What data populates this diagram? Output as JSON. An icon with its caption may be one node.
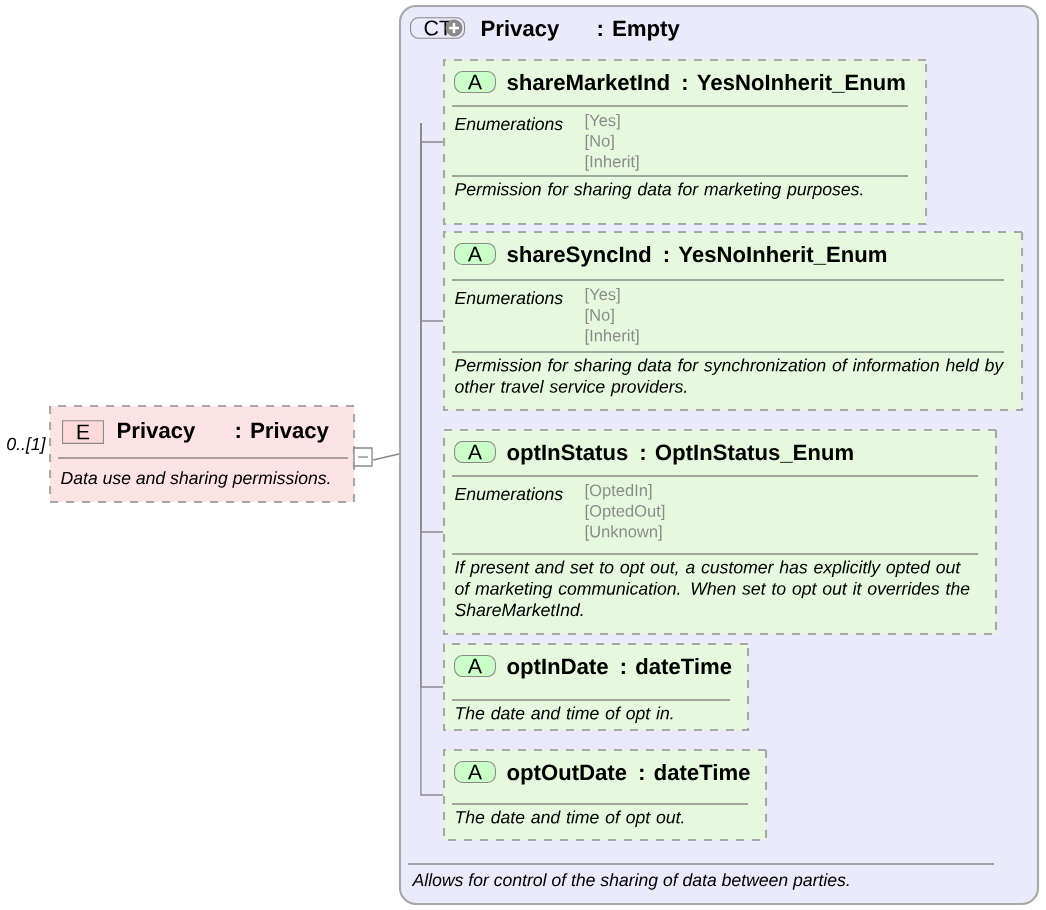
{
  "diagram": {
    "nodes": [
      {
        "text": [
          "E",
          "Privacy",
          ": Privacy",
          "Data use and sharing permissions."
        ],
        "beside": [
          "0..[1]"
        ]
      },
      {
        "text": [
          "CT",
          "Privacy",
          ": Empty",
          "Allows for control of the sharing of data between parties."
        ]
      },
      {
        "text": [
          "A",
          "shareMarketInd",
          ": YesNoInherit_Enum",
          "Enumerations",
          "[Yes]",
          "[No]",
          "[Inherit]",
          "Permission for sharing data for marketing purposes."
        ],
        "in": 1
      },
      {
        "text": [
          "A",
          "shareSyncInd",
          ": YesNoInherit_Enum",
          "Enumerations",
          "[Yes]",
          "[No]",
          "[Inherit]",
          "Permission for sharing data for synchronization of information held by other travel service providers."
        ],
        "in": 1
      },
      {
        "text": [
          "A",
          "optInStatus",
          ": OptInStatus_Enum",
          "Enumerations",
          "[OptedIn]",
          "[OptedOut]",
          "[Unknown]",
          "If present and set to opt out, a customer has explicitly opted out of marketing communication. When set to opt out it overrides the ShareMarketInd."
        ],
        "in": 1
      },
      {
        "text": [
          "A",
          "optInDate",
          ": dateTime",
          "The date and time of opt in."
        ],
        "in": 1
      },
      {
        "text": [
          "A",
          "optOutDate",
          ": dateTime",
          "The date and time of opt out."
        ],
        "in": 1
      }
    ],
    "edges": [
      {
        "from": 0,
        "to": 1,
        "arrow": "none"
      },
      {
        "from": 1,
        "to": 2,
        "arrow": "none"
      },
      {
        "from": 1,
        "to": 3,
        "arrow": "none"
      },
      {
        "from": 1,
        "to": 4,
        "arrow": "none"
      },
      {
        "from": 1,
        "to": 5,
        "arrow": "none"
      },
      {
        "from": 1,
        "to": 6,
        "arrow": "none"
      }
    ]
  }
}
